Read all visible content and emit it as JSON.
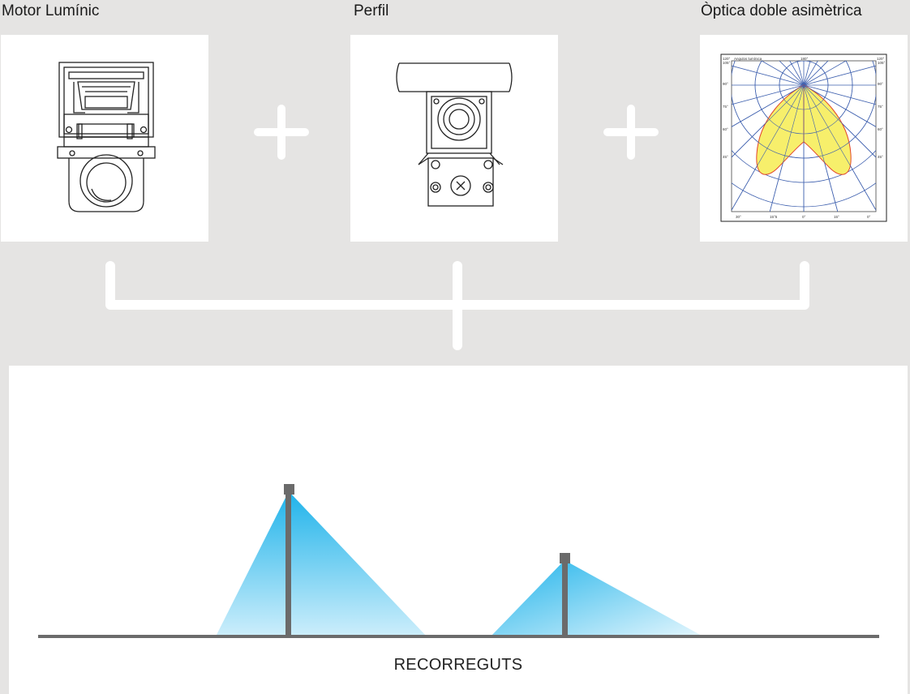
{
  "components": [
    {
      "label": "Motor Lumínic",
      "icon": "luminaire-front-icon"
    },
    {
      "label": "Perfil",
      "icon": "profile-section-icon"
    },
    {
      "label": "Òptica doble asimètrica",
      "icon": "polar-diagram-icon"
    }
  ],
  "polar": {
    "header_left": "120°",
    "header_title": "Angulos lumínica",
    "header_center": "180°",
    "header_right": "120°",
    "left_ticks": [
      "105°",
      "90°",
      "75°",
      "60°",
      "45°"
    ],
    "right_ticks": [
      "105°",
      "90°",
      "75°",
      "60°",
      "45°"
    ],
    "bottom_ticks": [
      "30°",
      "15°5",
      "0°",
      "15°",
      "0°"
    ]
  },
  "colors": {
    "background": "#e5e4e3",
    "card": "#ffffff",
    "connector": "#ffffff",
    "beam": "#1fb3ea",
    "pole": "#6b6b6b",
    "polar_fill": "#f7ef6b",
    "polar_stroke": "#e2472b",
    "polar_grid": "#3d5fae"
  },
  "scene": {
    "caption": "RECORREGUTS"
  }
}
